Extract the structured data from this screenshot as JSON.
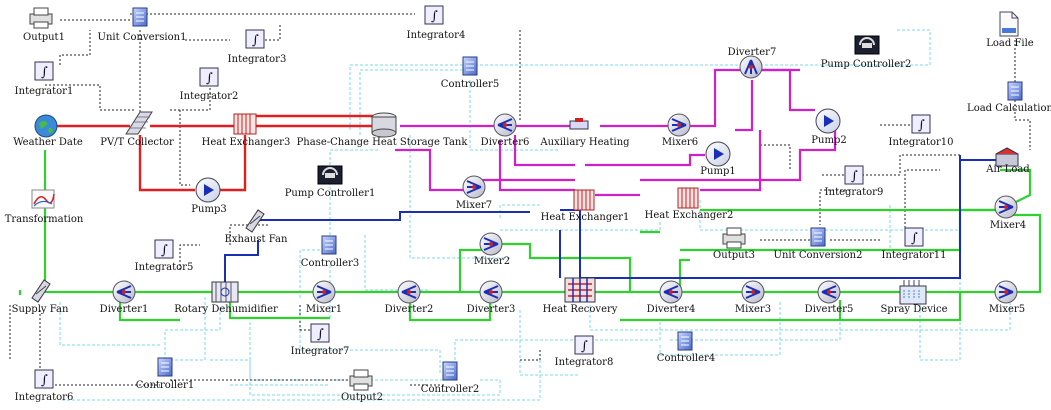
{
  "diagram": {
    "labels": {
      "output1": "Output1",
      "unit_conversion1": "Unit Conversion1",
      "integrator4": "Integrator4",
      "integrator3": "Integrator3",
      "integrator1": "Integrator1",
      "integrator2": "Integrator2",
      "weather_date": "Weather Date",
      "pvt_collector": "PV/T Collector",
      "heat_exchanger3": "Heat Exchanger3",
      "pcm_tank": "Phase-Change Heat Storage Tank",
      "controller5": "Controller5",
      "diverter6": "Diverter6",
      "auxiliary_heating": "Auxiliary Heating",
      "mixer6": "Mixer6",
      "diverter7": "Diverter7",
      "pump_controller2": "Pump Controller2",
      "pump2": "Pump2",
      "integrator10": "Integrator10",
      "load_file": "Load File",
      "load_calculation": "Load Calculation",
      "air_load": "Air Load",
      "pump1": "Pump1",
      "pump_controller1": "Pump Controller1",
      "pump3": "Pump3",
      "mixer7": "Mixer7",
      "heat_exchanger1": "Heat Exchanger1",
      "heat_exchanger2": "Heat Exchanger2",
      "integrator9": "Integrator9",
      "transformation": "Transformation",
      "exhaust_fan": "Exhaust Fan",
      "integrator5": "Integrator5",
      "controller3": "Controller3",
      "mixer2": "Mixer2",
      "output3": "Output3",
      "unit_conversion2": "Unit Conversion2",
      "integrator11": "Integrator11",
      "mixer4": "Mixer4",
      "supply_fan": "Supply Fan",
      "diverter1": "Diverter1",
      "rotary_dehumidifier": "Rotary Dehumidifier",
      "mixer1": "Mixer1",
      "diverter2": "Diverter2",
      "diverter3": "Diverter3",
      "heat_recovery": "Heat Recovery",
      "diverter4": "Diverter4",
      "mixer3": "Mixer3",
      "diverter5": "Diverter5",
      "spray_device": "Spray Device",
      "mixer5": "Mixer5",
      "integrator7": "Integrator7",
      "integrator8": "Integrator8",
      "controller4": "Controller4",
      "integrator6": "Integrator6",
      "controller1": "Controller1",
      "output2": "Output2",
      "controller2": "Controller2"
    },
    "colors": {
      "heat_loop": "#e02020",
      "storage_loop": "#d020c8",
      "air_loop": "#30d030",
      "exhaust_loop": "#1a2fb8",
      "control_signal": "#7ad8e8",
      "output_signal": "#222222"
    }
  }
}
